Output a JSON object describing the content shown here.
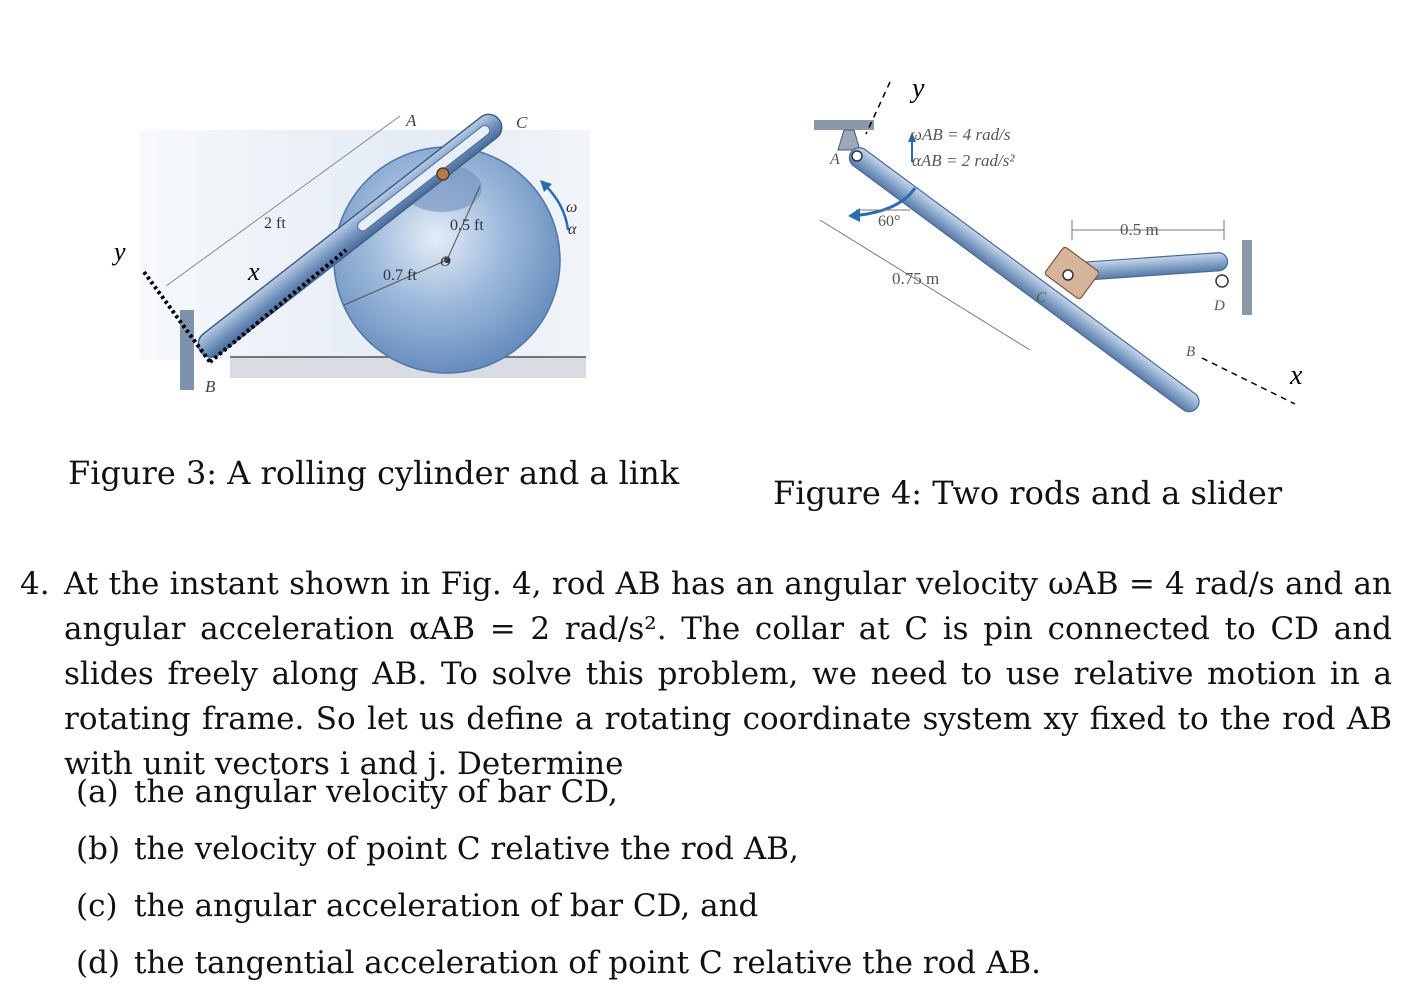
{
  "figure3": {
    "caption": "Figure 3: A rolling cylinder and a link",
    "labels": {
      "A": "A",
      "B": "B",
      "C": "C",
      "O": "O",
      "length_AB": "2 ft",
      "radius_inner": "0.5 ft",
      "radius_outer": "0.7 ft",
      "omega": "ω",
      "alpha": "α",
      "axis_x": "x",
      "axis_y": "y"
    }
  },
  "figure4": {
    "caption": "Figure 4: Two rods and a slider",
    "labels": {
      "A": "A",
      "B": "B",
      "C": "C",
      "D": "D",
      "omega_ab": "ωAB = 4 rad/s",
      "alpha_ab": "αAB = 2 rad/s²",
      "angle": "60°",
      "length_ac": "0.75 m",
      "length_cd": "0.5 m",
      "axis_x": "x",
      "axis_y": "y"
    }
  },
  "problem": {
    "number": "4.",
    "text": "At the instant shown in Fig. 4, rod AB has an angular velocity ωAB = 4 rad/s and an angular acceleration αAB = 2 rad/s². The collar at C is pin connected to CD and slides freely along AB. To solve this problem, we need to use relative motion in a rotating frame. So let us define a rotating coordinate system xy fixed to the rod AB with unit vectors i and j. Determine",
    "parts": [
      {
        "label": "(a)",
        "text": "the angular velocity of bar CD,"
      },
      {
        "label": "(b)",
        "text": "the velocity of point C relative the rod AB,"
      },
      {
        "label": "(c)",
        "text": "the angular acceleration of bar CD, and"
      },
      {
        "label": "(d)",
        "text": "the tangential acceleration of point C relative the rod AB."
      }
    ]
  }
}
